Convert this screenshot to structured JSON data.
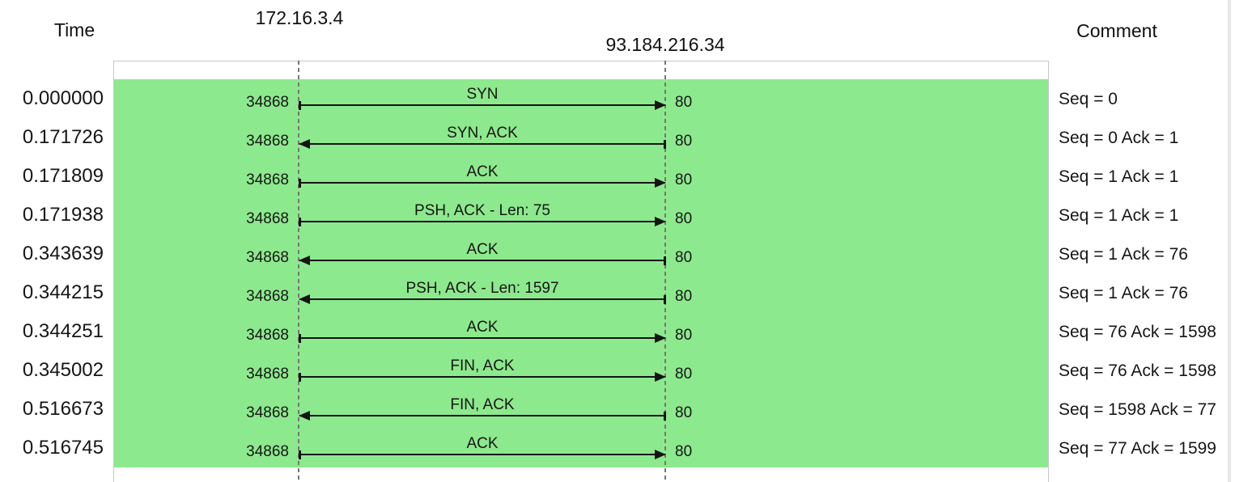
{
  "header": {
    "time": "Time",
    "node_a": "172.16.3.4",
    "node_b": "93.184.216.34",
    "comment": "Comment"
  },
  "colors": {
    "band": "#8de98d",
    "arrow": "#141414",
    "node_line": "#767676",
    "panel_border": "#c7c7c7"
  },
  "rows": [
    {
      "time": "0.000000",
      "port_a": "34868",
      "port_b": "80",
      "label": "SYN",
      "direction": "right",
      "comment": "Seq = 0"
    },
    {
      "time": "0.171726",
      "port_a": "34868",
      "port_b": "80",
      "label": "SYN, ACK",
      "direction": "left",
      "comment": "Seq = 0 Ack = 1"
    },
    {
      "time": "0.171809",
      "port_a": "34868",
      "port_b": "80",
      "label": "ACK",
      "direction": "right",
      "comment": "Seq = 1 Ack = 1"
    },
    {
      "time": "0.171938",
      "port_a": "34868",
      "port_b": "80",
      "label": "PSH, ACK - Len: 75",
      "direction": "right",
      "comment": "Seq = 1 Ack = 1"
    },
    {
      "time": "0.343639",
      "port_a": "34868",
      "port_b": "80",
      "label": "ACK",
      "direction": "left",
      "comment": "Seq = 1 Ack = 76"
    },
    {
      "time": "0.344215",
      "port_a": "34868",
      "port_b": "80",
      "label": "PSH, ACK - Len: 1597",
      "direction": "left",
      "comment": "Seq = 1 Ack = 76"
    },
    {
      "time": "0.344251",
      "port_a": "34868",
      "port_b": "80",
      "label": "ACK",
      "direction": "right",
      "comment": "Seq = 76 Ack = 1598"
    },
    {
      "time": "0.345002",
      "port_a": "34868",
      "port_b": "80",
      "label": "FIN, ACK",
      "direction": "right",
      "comment": "Seq = 76 Ack = 1598"
    },
    {
      "time": "0.516673",
      "port_a": "34868",
      "port_b": "80",
      "label": "FIN, ACK",
      "direction": "left",
      "comment": "Seq = 1598 Ack = 77"
    },
    {
      "time": "0.516745",
      "port_a": "34868",
      "port_b": "80",
      "label": "ACK",
      "direction": "right",
      "comment": "Seq = 77 Ack = 1599"
    }
  ]
}
